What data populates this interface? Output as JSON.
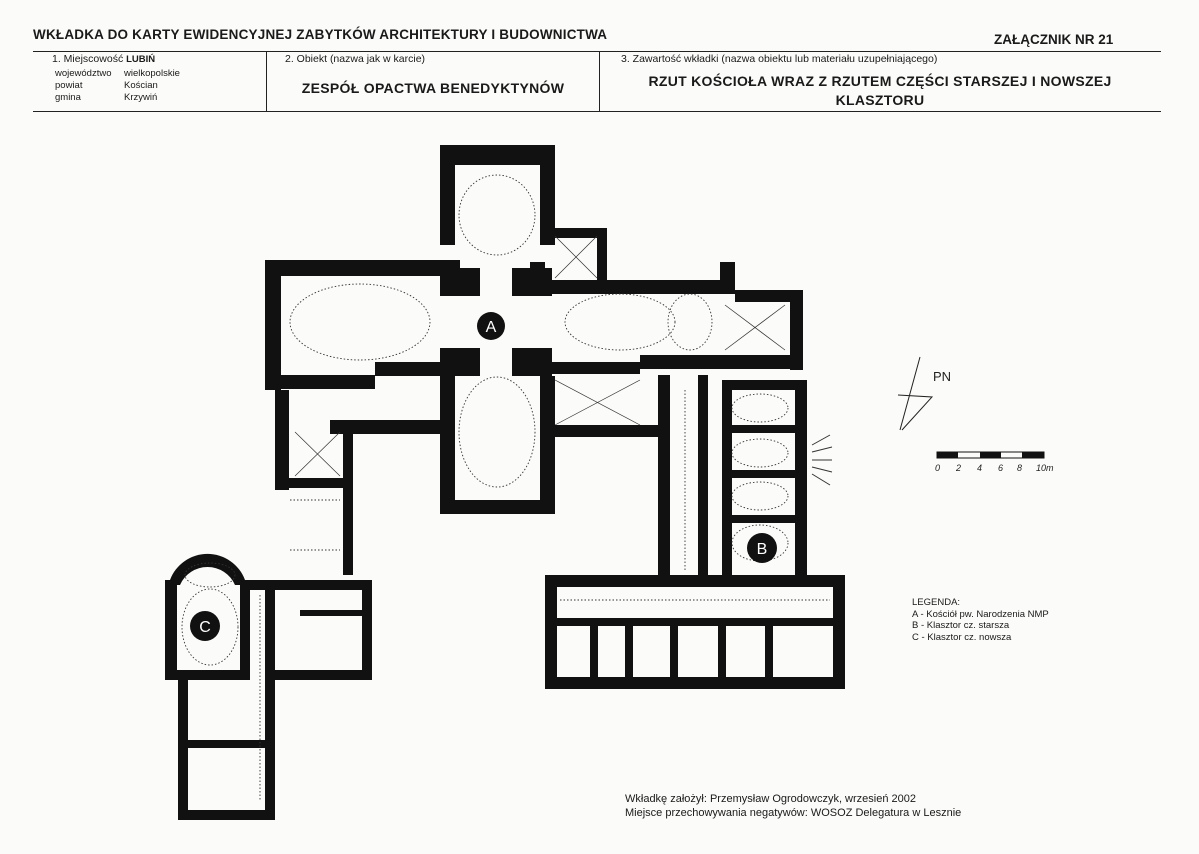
{
  "header": {
    "title": "WKŁADKA DO KARTY EWIDENCYJNEJ ZABYTKÓW ARCHITEKTURY I BUDOWNICTWA",
    "attachment": "ZAŁĄCZNIK NR 21"
  },
  "fields": {
    "locality_label": "1. Miejscowość",
    "locality_value": "LUBIŃ",
    "admin": [
      {
        "label": "województwo",
        "value": "wielkopolskie"
      },
      {
        "label": "powiat",
        "value": "Kościan"
      },
      {
        "label": "gmina",
        "value": "Krzywiń"
      }
    ],
    "object_label": "2. Obiekt (nazwa jak w karcie)",
    "object_value": "ZESPÓŁ OPACTWA BENEDYKTYNÓW",
    "content_label": "3. Zawartość wkładki (nazwa obiektu lub materiału uzupełniającego)",
    "content_value_line1": "RZUT KOŚCIOŁA WRAZ Z RZUTEM CZĘŚCI STARSZEJ I NOWSZEJ",
    "content_value_line2": "KLASZTORU"
  },
  "plan": {
    "marker_a": "A",
    "marker_b": "B",
    "marker_c": "C",
    "north_label": "PN",
    "scale_ticks": [
      "0",
      "2",
      "4",
      "6",
      "8",
      "10m"
    ]
  },
  "legend": {
    "title": "LEGENDA:",
    "items": [
      "A - Kościół pw. Narodzenia NMP",
      "B - Klasztor cz. starsza",
      "C - Klasztor cz. nowsza"
    ]
  },
  "footer": {
    "line1": "Wkładkę założył:  Przemysław Ogrodowczyk, wrzesień 2002",
    "line2": "Miejsce przechowywania negatywów: WOSOZ Delegatura w Lesznie"
  }
}
